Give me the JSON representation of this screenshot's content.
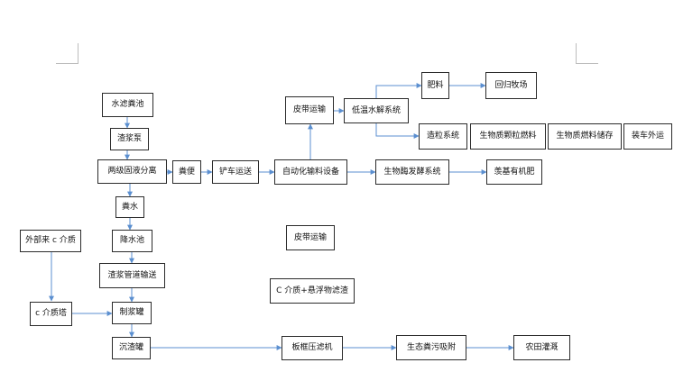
{
  "colors": {
    "box_border": "#2b2b2b",
    "arrow": "#5b8fd0",
    "crop_marks": "#bdbdbd"
  },
  "nodes": {
    "shuilu_fenchi": "水滤粪池",
    "zhajiang_beng": "渣浆泵",
    "liangji_fenli": "两级固液分离",
    "fenbian": "粪便",
    "chanche_yunsong": "铲车运送",
    "zidonghua_shuliao": "自动化输料设备",
    "pidai_yunshu_top": "皮带运输",
    "diwen_shuijie": "低温水解系统",
    "feiliao": "肥料",
    "huigui_muchang": "回归牧场",
    "zaoli_xitong": "造粒系统",
    "shengwuzhi_keli": "生物质颗粒燃料",
    "shengwuzhi_chucun": "生物质燃料储存",
    "zhuangche_waiyun": "装车外运",
    "shengwu_fajiao": "生物酶发酵系统",
    "jiji_youjifei": "羡基有机肥",
    "fenshui": "粪水",
    "jiangshui_chi": "降水池",
    "zhajiang_guandao": "渣浆管道输送",
    "waibu_lai": "外部来 c 介质",
    "c_jiezhi_ta": "c 介质塔",
    "zhijiang_guan": "制浆罐",
    "chenzha_guan": "沉渣罐",
    "pidai_yunshu_mid": "皮带运输",
    "c_jiezhi_xuanfu": "C 介质+悬浮物滤渣",
    "banjia_yalvji": "板框压滤机",
    "shengtai_fen_wu": "生态粪污吸附",
    "nongtian_guangai": "农田灌溉"
  }
}
